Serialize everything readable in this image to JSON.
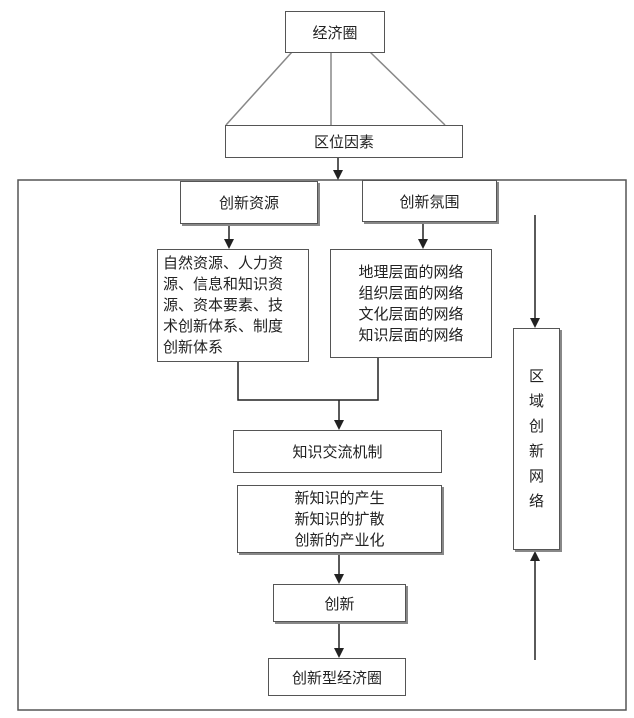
{
  "top": {
    "label": "经济圈"
  },
  "location": {
    "label": "区位因素"
  },
  "resources": {
    "label": "创新资源"
  },
  "atmosphere": {
    "label": "创新氛围"
  },
  "resource_list": {
    "lines": [
      "自然资源、人力资",
      "源、信息和知识资",
      "源、资本要素、技",
      "术创新体系、制度",
      "创新体系"
    ]
  },
  "network_list": {
    "lines": [
      "地理层面的网络",
      "组织层面的网络",
      "文化层面的网络",
      "知识层面的网络"
    ]
  },
  "mechanism": {
    "label": "知识交流机制"
  },
  "process": {
    "lines": [
      "新知识的产生",
      "新知识的扩散",
      "创新的产业化"
    ]
  },
  "innovation": {
    "label": "创新"
  },
  "result": {
    "label": "创新型经济圈"
  },
  "region": {
    "chars": [
      "区",
      "域",
      "创",
      "新",
      "网",
      "络"
    ]
  }
}
